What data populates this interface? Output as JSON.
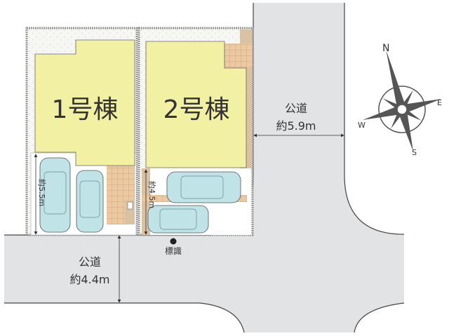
{
  "buildings": [
    {
      "label": "1号棟"
    },
    {
      "label": "2号棟"
    }
  ],
  "roads": {
    "east": {
      "label": "公道",
      "width": "約5.9m"
    },
    "south": {
      "label": "公道",
      "width": "約4.4m"
    }
  },
  "parking": {
    "lot1_depth": "約5.5m",
    "lot2_depth": "約4.5m"
  },
  "sign": {
    "label": "標識"
  },
  "compass": {
    "n": "N",
    "e": "E",
    "s": "S",
    "w": "W"
  },
  "colors": {
    "road": "#e2e3e5",
    "building": "#f2f0a2",
    "tile": "#e9c9a0",
    "car": "#bfe3e7",
    "compass": "#555555"
  }
}
